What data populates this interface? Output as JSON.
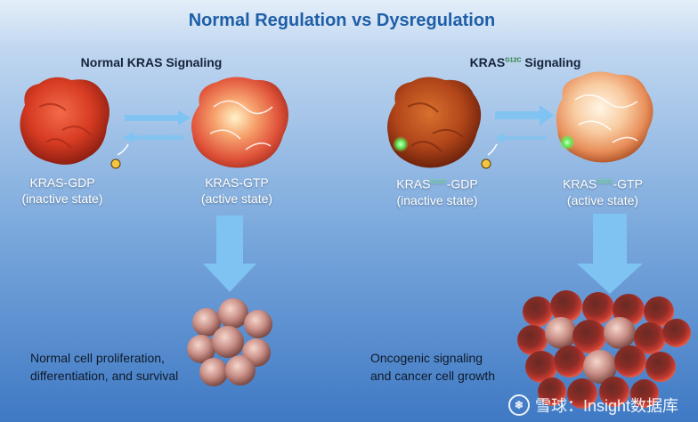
{
  "title": "Normal Regulation vs Dysregulation",
  "left_panel": {
    "heading": "Normal KRAS Signaling",
    "inactive_name": "KRAS-GDP",
    "inactive_state": "(inactive state)",
    "active_name": "KRAS-GTP",
    "active_state": "(active state)",
    "outcome_line1": "Normal cell proliferation,",
    "outcome_line2": "differentiation, and survival"
  },
  "right_panel": {
    "heading_prefix": "KRAS",
    "heading_sup": "G12C",
    "heading_suffix": " Signaling",
    "inactive_prefix": "KRAS",
    "inactive_sup": "G12C",
    "inactive_suffix": "-GDP",
    "inactive_state": "(inactive state)",
    "active_prefix": "KRAS",
    "active_sup": "G12C",
    "active_suffix": "-GTP",
    "active_state": "(active state)",
    "outcome_line1": "Oncogenic signaling",
    "outcome_line2": "and cancer cell growth"
  },
  "watermark": {
    "text": "雪球：Insight数据库",
    "icon": "snowball-logo-icon"
  },
  "colors": {
    "title": "#1e5fa8",
    "arrow": "#7ec3f2",
    "normal_protein": "#d9442a",
    "active_protein": "#f0a890",
    "mutant_protein": "#b84a1c",
    "mutation_marker": "#5ef05a",
    "normal_cell": "#c98f86",
    "cancer_cell": "#b32c2c"
  }
}
